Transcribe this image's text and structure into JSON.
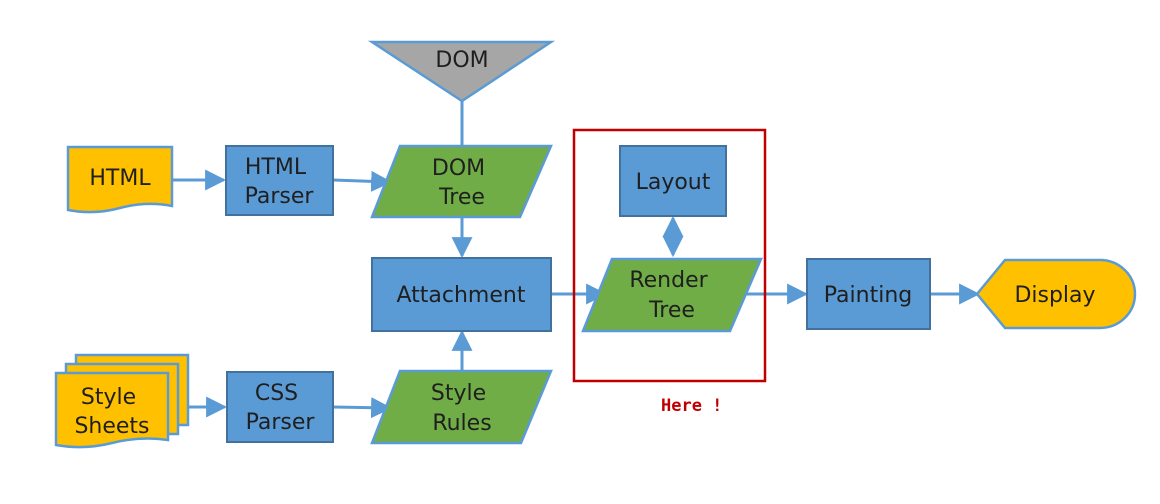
{
  "diagram": {
    "nodes": {
      "dom_source": {
        "label": "DOM"
      },
      "html": {
        "label": "HTML"
      },
      "html_parser": {
        "lines": [
          "HTML",
          "Parser"
        ]
      },
      "dom_tree": {
        "lines": [
          "DOM",
          "Tree"
        ]
      },
      "attachment": {
        "label": "Attachment"
      },
      "layout": {
        "label": "Layout"
      },
      "render_tree": {
        "lines": [
          "Render",
          "Tree"
        ]
      },
      "painting": {
        "label": "Painting"
      },
      "display": {
        "label": "Display"
      },
      "style_sheets": {
        "lines": [
          "Style",
          "Sheets"
        ]
      },
      "css_parser": {
        "lines": [
          "CSS",
          "Parser"
        ]
      },
      "style_rules": {
        "lines": [
          "Style",
          "Rules"
        ]
      }
    },
    "highlight_note": "Here !",
    "colors": {
      "process_fill": "#5b9bd5",
      "data_fill": "#70ad47",
      "document_fill": "#ffc000",
      "source_fill": "#a6a6a6",
      "connector": "#5b9bd5",
      "highlight_border": "#c00000"
    }
  }
}
